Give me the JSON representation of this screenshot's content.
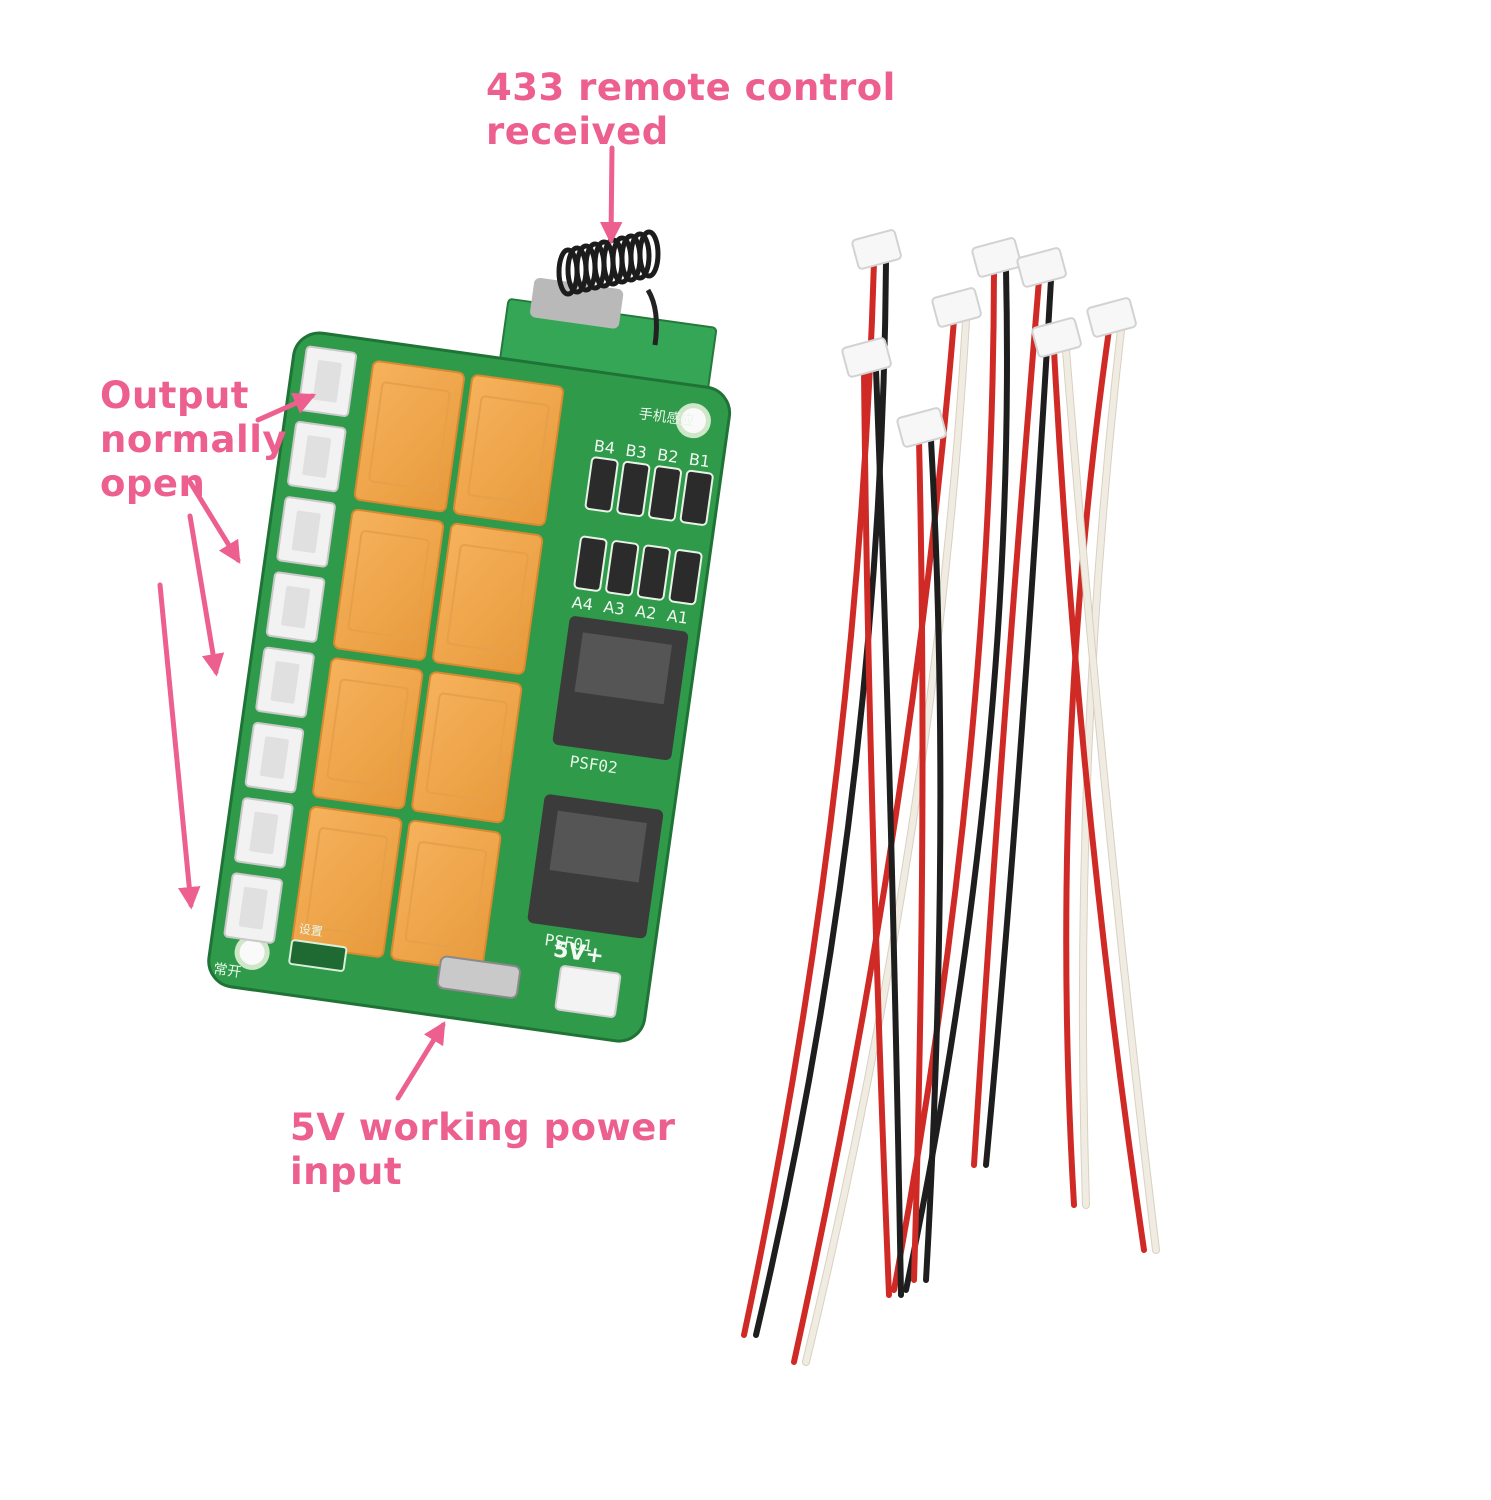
{
  "colors": {
    "annotation": "#ec5f8e",
    "pcb_green": "#2e9a4a",
    "relay_orange": "#f3a64a",
    "wire_red": "#cf2a25",
    "wire_black": "#1e1e1e",
    "wire_white": "#f1ece2",
    "background": "#ffffff"
  },
  "callouts": {
    "antenna": {
      "lines": [
        "433 remote control",
        "received"
      ]
    },
    "output": {
      "lines": [
        "Output",
        "normally",
        "open"
      ]
    },
    "power": {
      "lines": [
        "5V working power",
        "input"
      ]
    }
  },
  "board": {
    "relay_count": 8,
    "header_label_top": "手机感应",
    "button_labels_top": [
      "B4",
      "B3",
      "B2",
      "B1"
    ],
    "button_labels_bottom": [
      "A4",
      "A3",
      "A2",
      "A1"
    ],
    "chip_labels": [
      "PSF02",
      "PSF01"
    ],
    "power_label": "5V+",
    "terminal_label": "常开",
    "switch_label": "设置",
    "usb_port": "micro-usb"
  },
  "wires": {
    "harness_count": 8
  }
}
